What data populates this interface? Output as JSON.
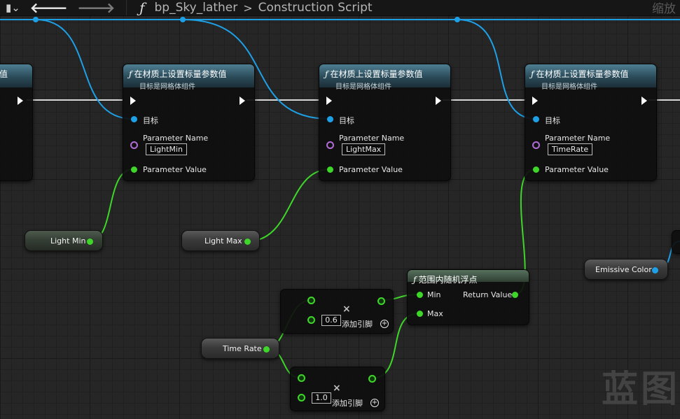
{
  "toolbar": {
    "breadcrumb_blueprint": "bp_Sky_lather",
    "breadcrumb_graph": "Construction Script",
    "zoom_label": "缩放"
  },
  "set_param_nodes": [
    {
      "title": "在材质上设置标量参数值",
      "subtitle": "目标是网格体组件",
      "target_label": "目标",
      "param_name_label": "Parameter Name",
      "param_name_value": "LightMin",
      "param_value_label": "Parameter Value"
    },
    {
      "title": "在材质上设置标量参数值",
      "subtitle": "目标是网格体组件",
      "target_label": "目标",
      "param_name_label": "Parameter Name",
      "param_name_value": "LightMax",
      "param_value_label": "Parameter Value"
    },
    {
      "title": "在材质上设置标量参数值",
      "subtitle": "目标是网格体组件",
      "target_label": "目标",
      "param_name_label": "Parameter Name",
      "param_name_value": "TimeRate",
      "param_value_label": "Parameter Value"
    }
  ],
  "partial_node_title": "值",
  "variables": {
    "light_min": "Light Min",
    "light_max": "Light Max",
    "time_rate": "Time Rate",
    "emissive_color": "Emissive Color"
  },
  "random_node": {
    "title": "范围内随机浮点",
    "min_label": "Min",
    "max_label": "Max",
    "return_label": "Return Value"
  },
  "multiply_nodes": [
    {
      "value": "0.6",
      "add_pin_label": "添加引脚"
    },
    {
      "value": "1.0",
      "add_pin_label": "添加引脚"
    }
  ],
  "watermark": "蓝图",
  "colors": {
    "exec_wire": "#d8d8d8",
    "object_wire": "#1ea0e6",
    "float_wire": "#3fd62a",
    "name_pin": "#b26cd6",
    "function_header": "#4f7f93"
  }
}
